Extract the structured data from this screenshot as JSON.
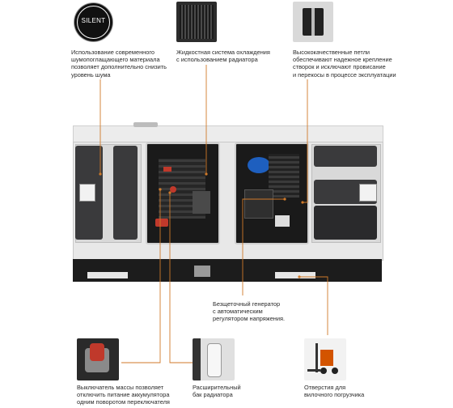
{
  "badge": {
    "text": "SILENT"
  },
  "features": {
    "silent": "Использование современного\nшумопоглащающего материала\nпозволяет дополнительно снизить\nуровень шума",
    "cooling": "Жидкостная система охлаждения\nс использованием радиатора",
    "hinges": "Высококачественные петли\nобеспечивают надежное крепление\nстворок и исключают провисание\nи перекосы в процессе эксплуатации",
    "generator": "Безщеточный генератор\nс автоматическим\nрегулятором напряжения.",
    "switch": "Выключатель массы позволяет\nотключить питание аккумулятора\nодним поворотом переключателя",
    "tank": "Расширительный\nбак радиатора",
    "forklift": "Отверстия для\nвилочного погрузчика"
  },
  "colors": {
    "accent": "#d07a2a",
    "frame": "#e6e6e6",
    "panel": "#3a3a3c",
    "engine": "#1a1a1a"
  }
}
